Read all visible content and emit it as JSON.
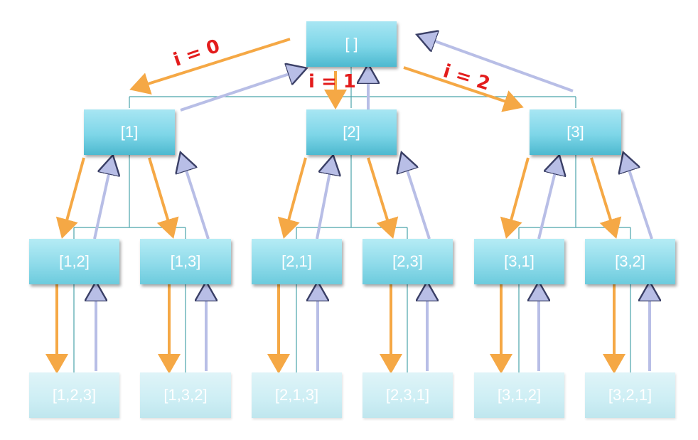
{
  "nodes": {
    "root": "[ ]",
    "n1": "[1]",
    "n2": "[2]",
    "n3": "[3]",
    "n12": "[1,2]",
    "n13": "[1,3]",
    "n21": "[2,1]",
    "n23": "[2,3]",
    "n31": "[3,1]",
    "n32": "[3,2]",
    "n123": "[1,2,3]",
    "n132": "[1,3,2]",
    "n213": "[2,1,3]",
    "n231": "[2,3,1]",
    "n312": "[3,1,2]",
    "n321": "[3,2,1]"
  },
  "labels": {
    "i0": "i = 0",
    "i1": "i = 1",
    "i2": "i = 2"
  },
  "colors": {
    "forward": "#f5a845",
    "backtrack": "#b8bee6",
    "connector": "#4aa3aa",
    "label": "#e31c1c"
  }
}
